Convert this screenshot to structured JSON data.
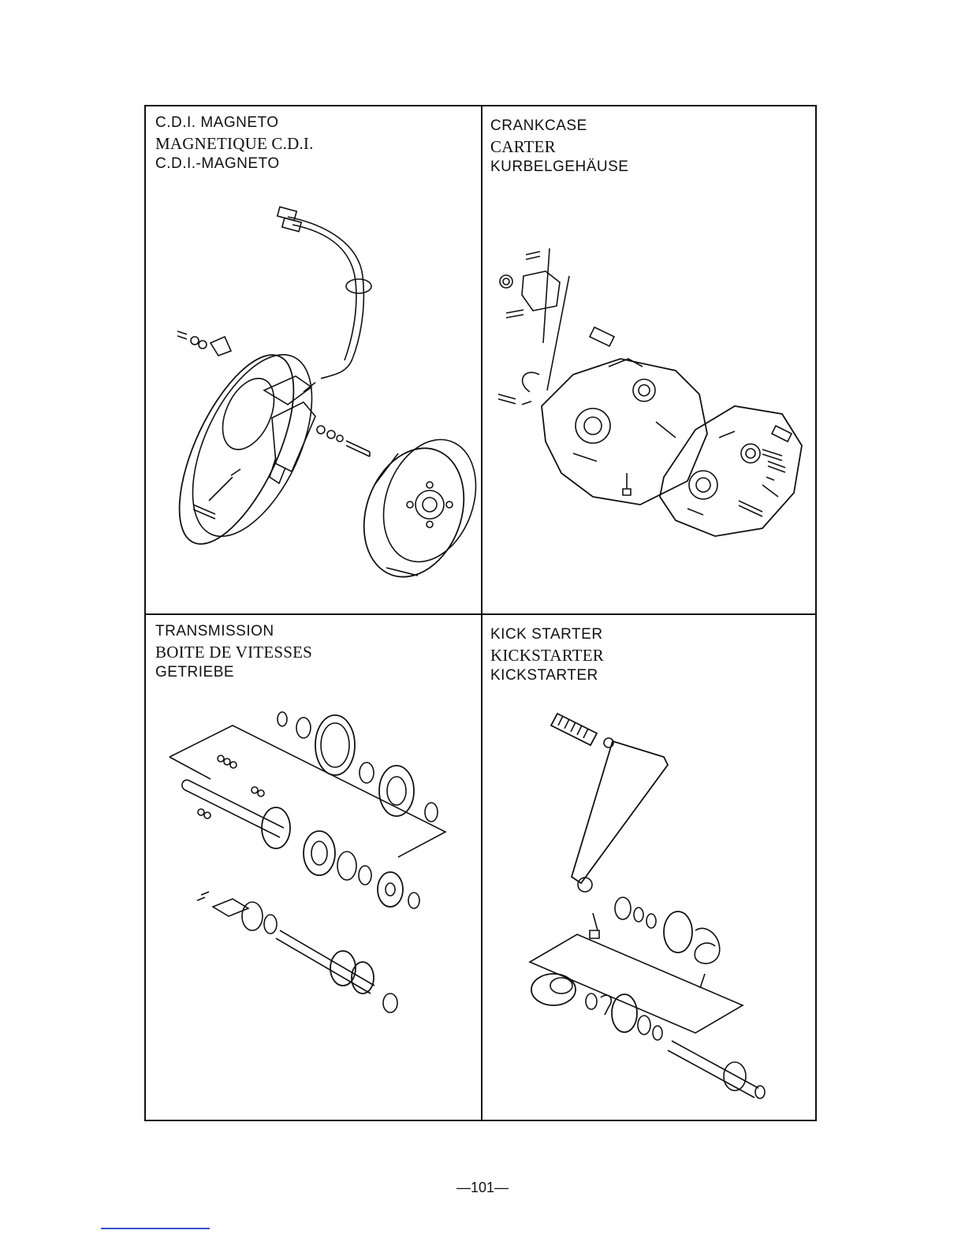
{
  "panels": [
    {
      "titles": [
        "C.D.I. MAGNETO",
        "MAGNETIQUE C.D.I.",
        "C.D.I.-MAGNETO"
      ]
    },
    {
      "titles": [
        "CRANKCASE",
        "CARTER",
        "KURBELGEHÄUSE"
      ]
    },
    {
      "titles": [
        "TRANSMISSION",
        "BOITE DE VITESSES",
        "GETRIEBE"
      ]
    },
    {
      "titles": [
        "KICK STARTER",
        "KICKSTARTER",
        "KICKSTARTER"
      ]
    }
  ],
  "page": {
    "number": "—101—"
  }
}
